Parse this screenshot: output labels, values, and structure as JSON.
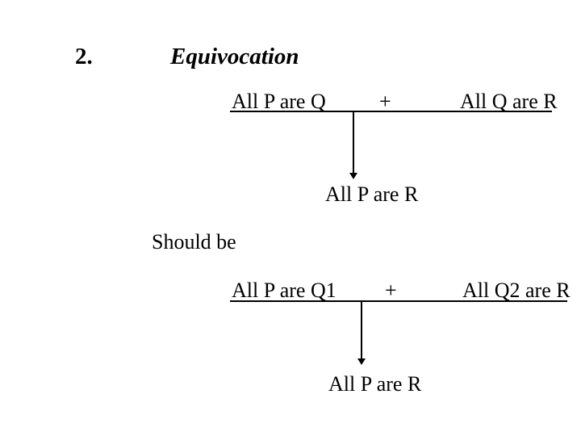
{
  "colors": {
    "background": "#ffffff",
    "text": "#000000"
  },
  "slide": {
    "number_label": "2.",
    "title": "Equivocation",
    "argument_original": {
      "premise_left": "All P are Q",
      "operator": "+",
      "premise_right": "All Q are R",
      "conclusion": "All P are R"
    },
    "should_be_label": "Should be",
    "argument_corrected": {
      "premise_left": "All P are Q1",
      "operator": "+",
      "premise_right": "All Q2 are R",
      "conclusion": "All P are R"
    }
  }
}
